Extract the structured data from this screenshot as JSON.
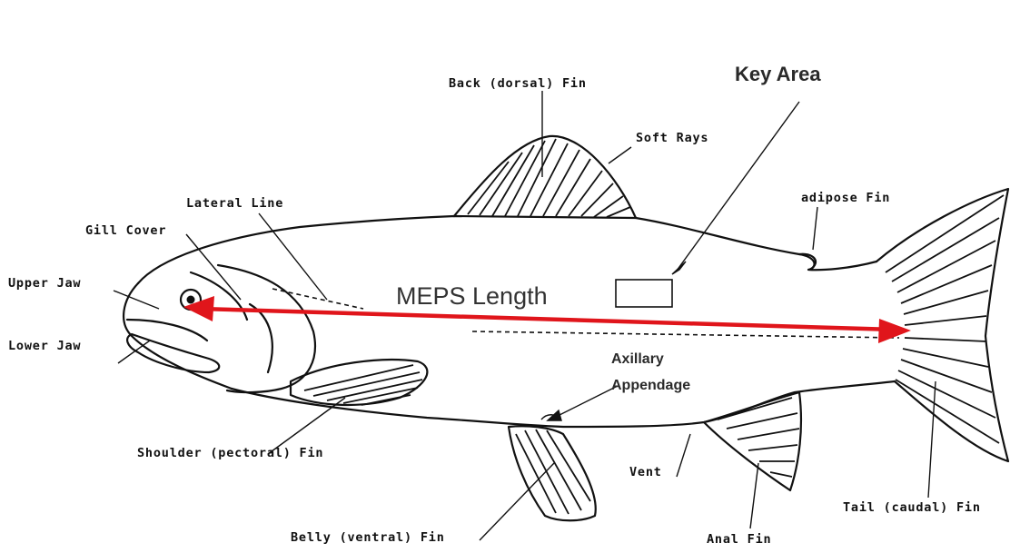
{
  "labels": {
    "dorsal_fin": "Back (dorsal) Fin",
    "key_area": "Key Area",
    "soft_rays": "Soft Rays",
    "adipose_fin": "adipose Fin",
    "lateral_line": "Lateral Line",
    "gill_cover": "Gill Cover",
    "upper_jaw": "Upper Jaw",
    "meps_length": "MEPS Length",
    "lower_jaw": "Lower Jaw",
    "axillary_line1": "Axillary",
    "axillary_line2": "Appendage",
    "pectoral_fin": "Shoulder (pectoral) Fin",
    "vent": "Vent",
    "tail_fin": "Tail (caudal) Fin",
    "belly_fin": "Belly (ventral) Fin",
    "anal_fin": "Anal Fin"
  },
  "colors": {
    "meps_arrow": "#e0151b",
    "ink": "#111111"
  }
}
